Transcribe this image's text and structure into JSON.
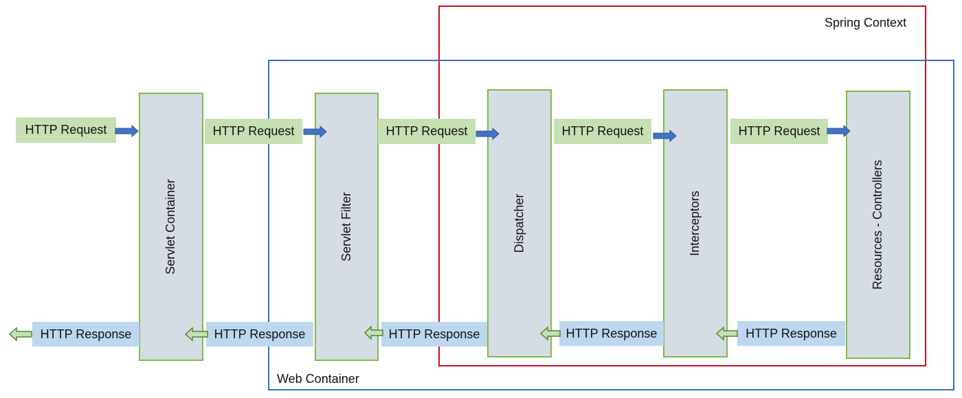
{
  "frames": {
    "spring_context": "Spring Context",
    "web_container": "Web Container"
  },
  "stages": [
    "Servlet Container",
    "Servlet Filter",
    "Dispatcher",
    "Interceptors",
    "Resources - Controllers"
  ],
  "requests": [
    "HTTP Request",
    "HTTP Request",
    "HTTP Request",
    "HTTP Request",
    "HTTP Request"
  ],
  "responses": [
    "HTTP Response",
    "HTTP Response",
    "HTTP Response",
    "HTTP Response",
    "HTTP Response"
  ],
  "colors": {
    "web_container_border": "#2e6fbf",
    "spring_context_border": "#c0101d",
    "stage_fill": "#d6dce4",
    "stage_border": "#7dbb4a",
    "request_fill": "#c6e0b4",
    "response_fill": "#bdd7ee",
    "request_arrow": "#4472c4",
    "response_arrow": "#a9d18e"
  }
}
